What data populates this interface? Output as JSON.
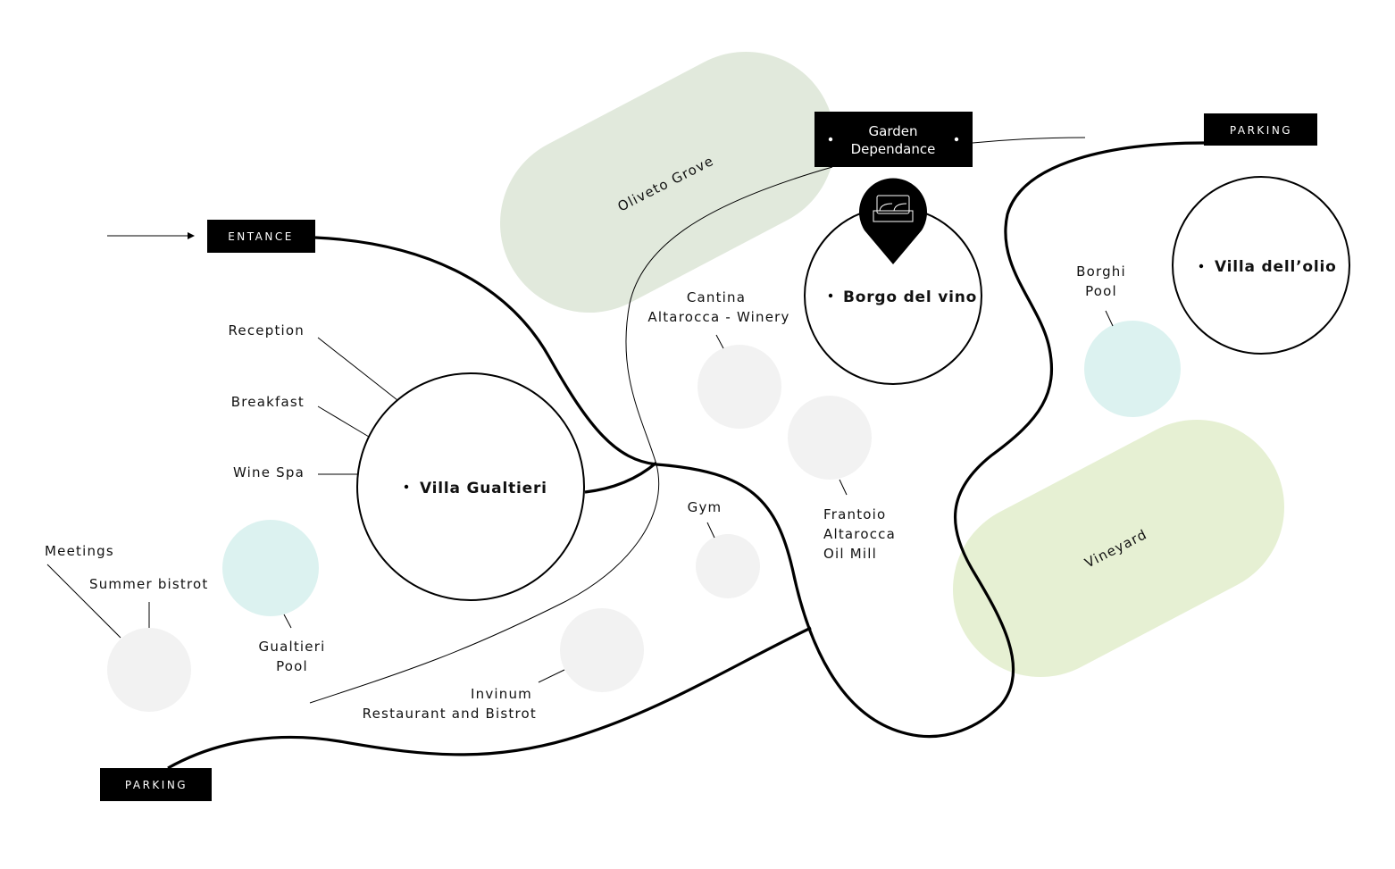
{
  "colors": {
    "olive": "#e1e9dc",
    "vineyard": "#e6f0d3",
    "pool": "#dcf2f0",
    "grey": "#f2f2f2",
    "ink": "#000000"
  },
  "zones": {
    "olive": "Oliveto Grove",
    "vineyard": "Vineyard"
  },
  "tags": {
    "entrance": "ENTANCE",
    "parking_top": "PARKING",
    "parking_bottom": "PARKING",
    "garden_1": "Garden",
    "garden_2": "Dependance"
  },
  "buildings": {
    "gualtieri": "Villa Gualtieri",
    "borgo": "Borgo del vino",
    "olio": "Villa dell’olio"
  },
  "labels": {
    "reception": "Reception",
    "breakfast": "Breakfast",
    "wine_spa": "Wine Spa",
    "meetings": "Meetings",
    "summer_bistrot": "Summer bistrot",
    "gualtieri_pool_1": "Gualtieri",
    "gualtieri_pool_2": "Pool",
    "invinum_1": "Invinum",
    "invinum_2": "Restaurant and Bistrot",
    "gym": "Gym",
    "cantina_1": "Cantina",
    "cantina_2": "Altarocca - Winery",
    "frantoio_1": "Frantoio",
    "frantoio_2": "Altarocca",
    "frantoio_3": "Oil Mill",
    "borghi_1": "Borghi",
    "borghi_2": "Pool"
  },
  "icons": {
    "pin": "bed-pin-icon",
    "arrow": "arrow-right-icon"
  }
}
